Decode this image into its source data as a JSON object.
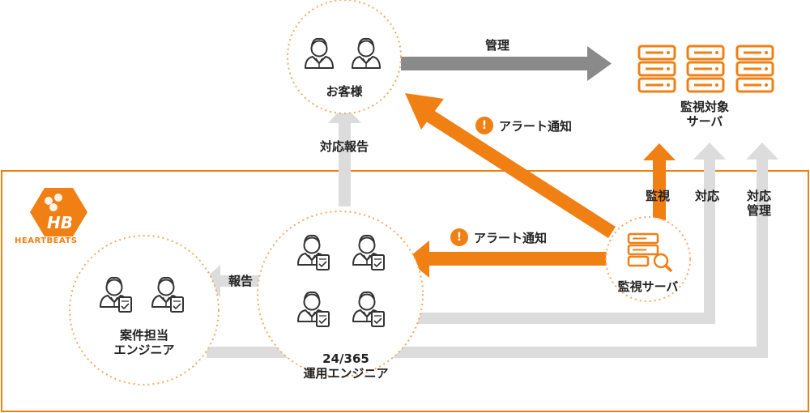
{
  "logo": {
    "text": "HEARTBEATS",
    "mark": "HB"
  },
  "nodes": {
    "customer": "お客様",
    "target_server": [
      "監視対象",
      "サーバ"
    ],
    "monitor_server": "監視サーバ",
    "ops_engineer": [
      "24/365",
      "運用エンジニア"
    ],
    "case_engineer": [
      "案件担当",
      "エンジニア"
    ]
  },
  "edges": {
    "manage": "管理",
    "alert_to_customer": "アラート通知",
    "alert_to_ops": "アラート通知",
    "response_report": "対応報告",
    "report": "報告",
    "monitor": "監視",
    "respond": "対応",
    "respond_manage": [
      "対応",
      "管理"
    ]
  },
  "alert_symbol": "!",
  "colors": {
    "accent": "#F07F14",
    "gray_arrow": "#8A8A8A",
    "light_arrow": "#DCDCDC"
  },
  "icons": [
    "user-pair-icon",
    "server-stack-icon",
    "monitor-server-icon",
    "engineer-with-document-icon",
    "warning-icon"
  ]
}
